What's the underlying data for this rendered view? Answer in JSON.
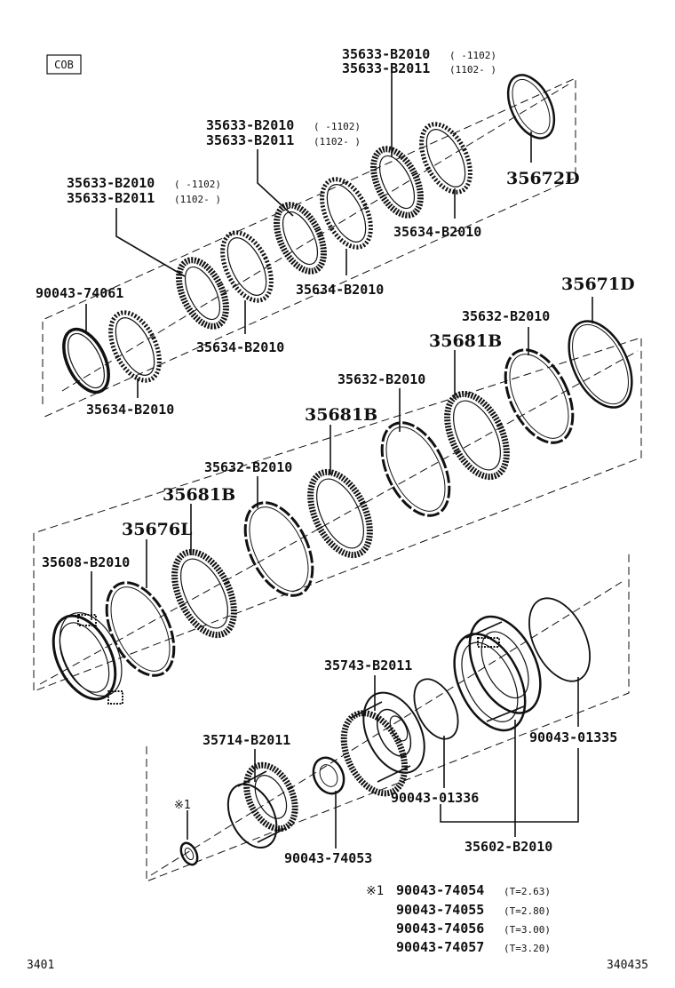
{
  "badge": "COB",
  "footer": {
    "left": "3401",
    "right": "340435"
  },
  "parts": {
    "p1": {
      "code": "35633-B2010",
      "range": "(    -1102)"
    },
    "p2": {
      "code": "35633-B2011",
      "range": "(1102-    )"
    },
    "p3": {
      "code": "35633-B2010",
      "range": "(    -1102)"
    },
    "p4": {
      "code": "35633-B2011",
      "range": "(1102-    )"
    },
    "p5": {
      "code": "35633-B2010",
      "range": "(    -1102)"
    },
    "p6": {
      "code": "35633-B2011",
      "range": "(1102-    )"
    },
    "p7": "35672D",
    "p8": "35634-B2010",
    "p9": "35634-B2010",
    "p10": "90043-74061",
    "p11": "35634-B2010",
    "p12": "35634-B2010",
    "p13": "35671D",
    "p14": "35632-B2010",
    "p15": "35681B",
    "p16": "35632-B2010",
    "p17": "35681B",
    "p18": "35632-B2010",
    "p19": "35681B",
    "p20": "35676L",
    "p21": "35608-B2010",
    "p22": "35743-B2011",
    "p23": "35714-B2011",
    "p24": "90043-01335",
    "p25": "90043-01336",
    "p26": "35602-B2010",
    "p27": "90043-74053",
    "mark": "※1"
  },
  "note": {
    "mark": "※1",
    "rows": [
      {
        "code": "90043-74054",
        "thk": "(T=2.63)"
      },
      {
        "code": "90043-74055",
        "thk": "(T=2.80)"
      },
      {
        "code": "90043-74056",
        "thk": "(T=3.00)"
      },
      {
        "code": "90043-74057",
        "thk": "(T=3.20)"
      }
    ]
  }
}
